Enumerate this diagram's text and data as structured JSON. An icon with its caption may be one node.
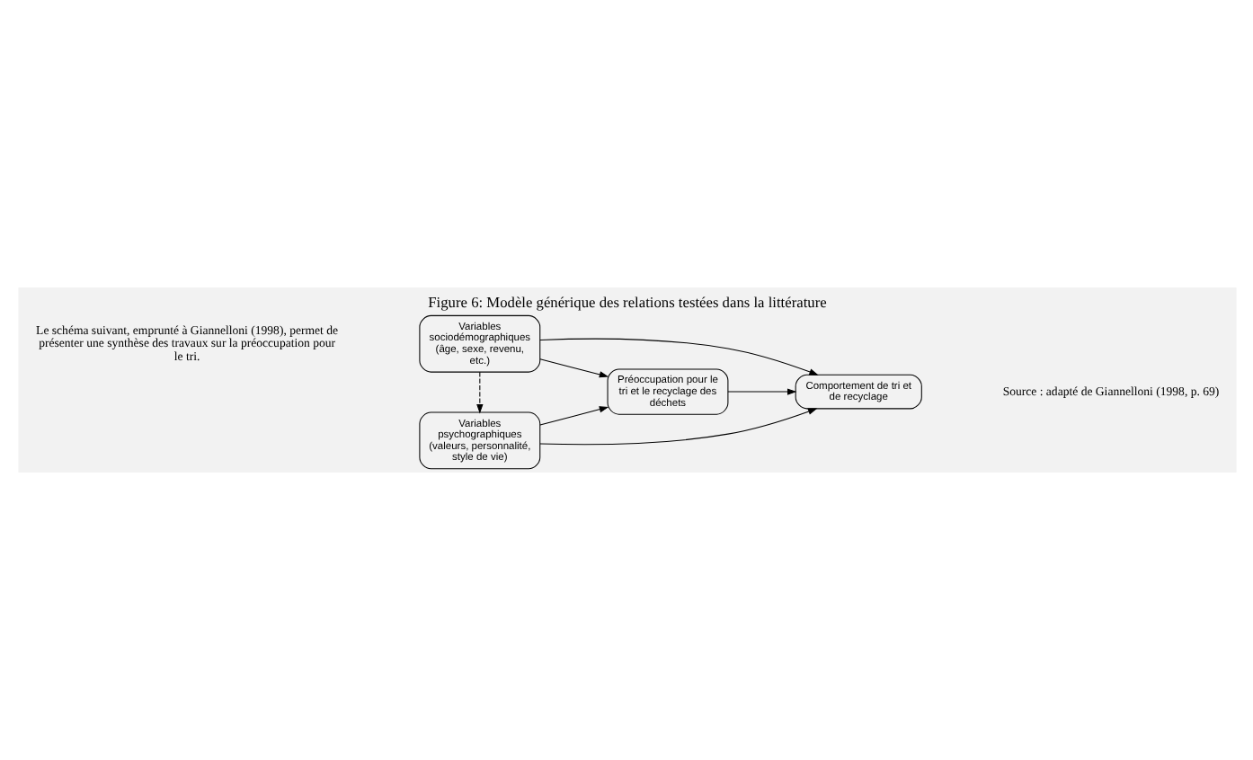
{
  "diagram": {
    "title": "Figure 6: Modèle générique des relations testées dans la littérature",
    "nodes": [
      {
        "text": [
          "Variables sociodémographiques (âge, sexe, revenu, etc.)"
        ]
      },
      {
        "text": [
          "Préoccupation pour le tri et le recyclage des déchets"
        ]
      },
      {
        "text": [
          "Comportement de tri et de recyclage"
        ]
      },
      {
        "text": [
          "Variables psychographiques (valeurs, personnalité, style de vie)"
        ]
      }
    ],
    "edges": [
      {
        "from": 0,
        "to": 1,
        "arrow": "to"
      },
      {
        "from": 0,
        "to": 2,
        "arrow": "to"
      },
      {
        "from": 0,
        "to": 3,
        "arrow": "to",
        "style": "dashed"
      },
      {
        "from": 3,
        "to": 1,
        "arrow": "to"
      },
      {
        "from": 3,
        "to": 2,
        "arrow": "to"
      },
      {
        "from": 1,
        "to": 2,
        "arrow": "to"
      }
    ],
    "labels": [
      "Le schéma suivant, emprunté à Giannelloni (1998), permet de présenter une synthèse des travaux sur la préoccupation pour le tri.",
      "Source : adapté de Giannelloni (1998, p. 69)"
    ]
  }
}
